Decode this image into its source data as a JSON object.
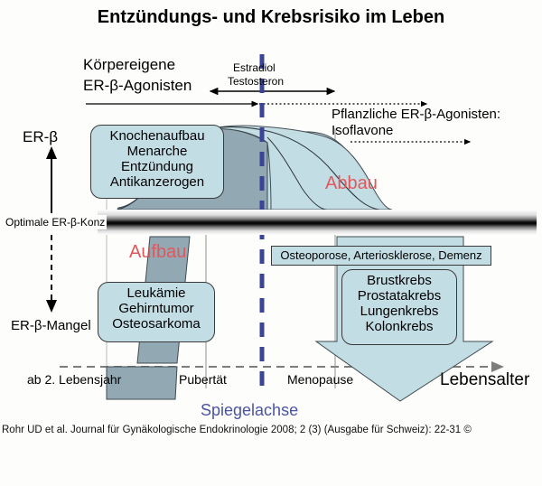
{
  "title": "Entzündungs- und Krebsrisiko im Leben",
  "axes": {
    "y_top_label": "ER-β",
    "y_optimal_label": "Optimale ER-β-Konz",
    "y_bottom_label": "ER-β-Mangel",
    "x_axis_label": "Lebensalter",
    "mirror_axis_label": "Spiegelachse"
  },
  "top_arrows": {
    "endogenous_label_line1": "Körpereigene",
    "endogenous_label_line2": "ER-β-Agonisten",
    "hormones_line1": "Estradiol",
    "hormones_line2": "Testosteron",
    "plant_label_line1": "Pflanzliche ER-β-Agonisten:",
    "plant_label_line2": "Isoflavone"
  },
  "timeline": [
    {
      "name": "ab-2-lebensjahr",
      "label": "ab 2. Lebensjahr"
    },
    {
      "name": "pubertaet",
      "label": "Pubertät"
    },
    {
      "name": "menopause",
      "label": "Menopause"
    }
  ],
  "phases": {
    "buildup_label": "Aufbau",
    "decline_label": "Abbau"
  },
  "boxes": {
    "upper_left": {
      "lines": [
        "Knochenaufbau",
        "Menarche",
        "Entzündung",
        "Antikanzerogen"
      ]
    },
    "lower_left": {
      "lines": [
        "Leukämie",
        "Gehirntumor",
        "Osteosarkoma"
      ]
    },
    "degenerative": {
      "text": "Osteoporose, Arteriosklerose, Demenz"
    },
    "cancers": {
      "lines": [
        "Brustkrebs",
        "Prostatakrebs",
        "Lungenkrebs",
        "Kolonkrebs"
      ]
    }
  },
  "citation": "Rohr UD et al. Journal für Gynäkologische Endokrinologie 2008; 2 (3) (Ausgabe für Schweiz): 22-31 ©",
  "colors": {
    "light_blue": "#c3dde4",
    "slate_blue": "#92a8b2",
    "mirror_line": "#3b4496",
    "red_text": "#e0585c",
    "blue_text": "#4b53a3",
    "background": "#fdfefb"
  }
}
